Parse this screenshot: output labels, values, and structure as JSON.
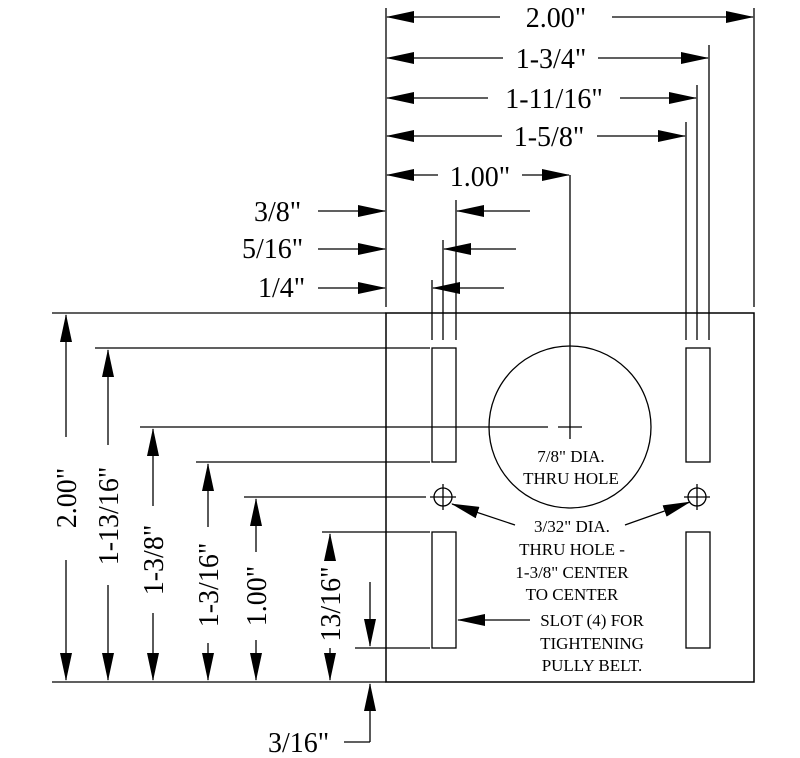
{
  "dimensions": {
    "top_width": "2.00\"",
    "top_1_3_4": "1-3/4\"",
    "top_1_11_16": "1-11/16\"",
    "top_1_5_8": "1-5/8\"",
    "top_1_00": "1.00\"",
    "left_3_8": "3/8\"",
    "left_5_16": "5/16\"",
    "left_1_4": "1/4\"",
    "side_height": "2.00\"",
    "side_1_13_16": "1-13/16\"",
    "side_1_3_8": "1-3/8\"",
    "side_1_3_16": "1-3/16\"",
    "side_1_00": "1.00\"",
    "side_13_16": "13/16\"",
    "bottom_3_16": "3/16\""
  },
  "notes": {
    "center_hole": [
      "7/8\" DIA.",
      "THRU HOLE"
    ],
    "small_holes": [
      "3/32\" DIA.",
      "THRU HOLE -",
      "1-3/8\" CENTER",
      "TO CENTER"
    ],
    "slots": [
      "SLOT (4) FOR",
      "TIGHTENING",
      "PULLY BELT."
    ]
  }
}
